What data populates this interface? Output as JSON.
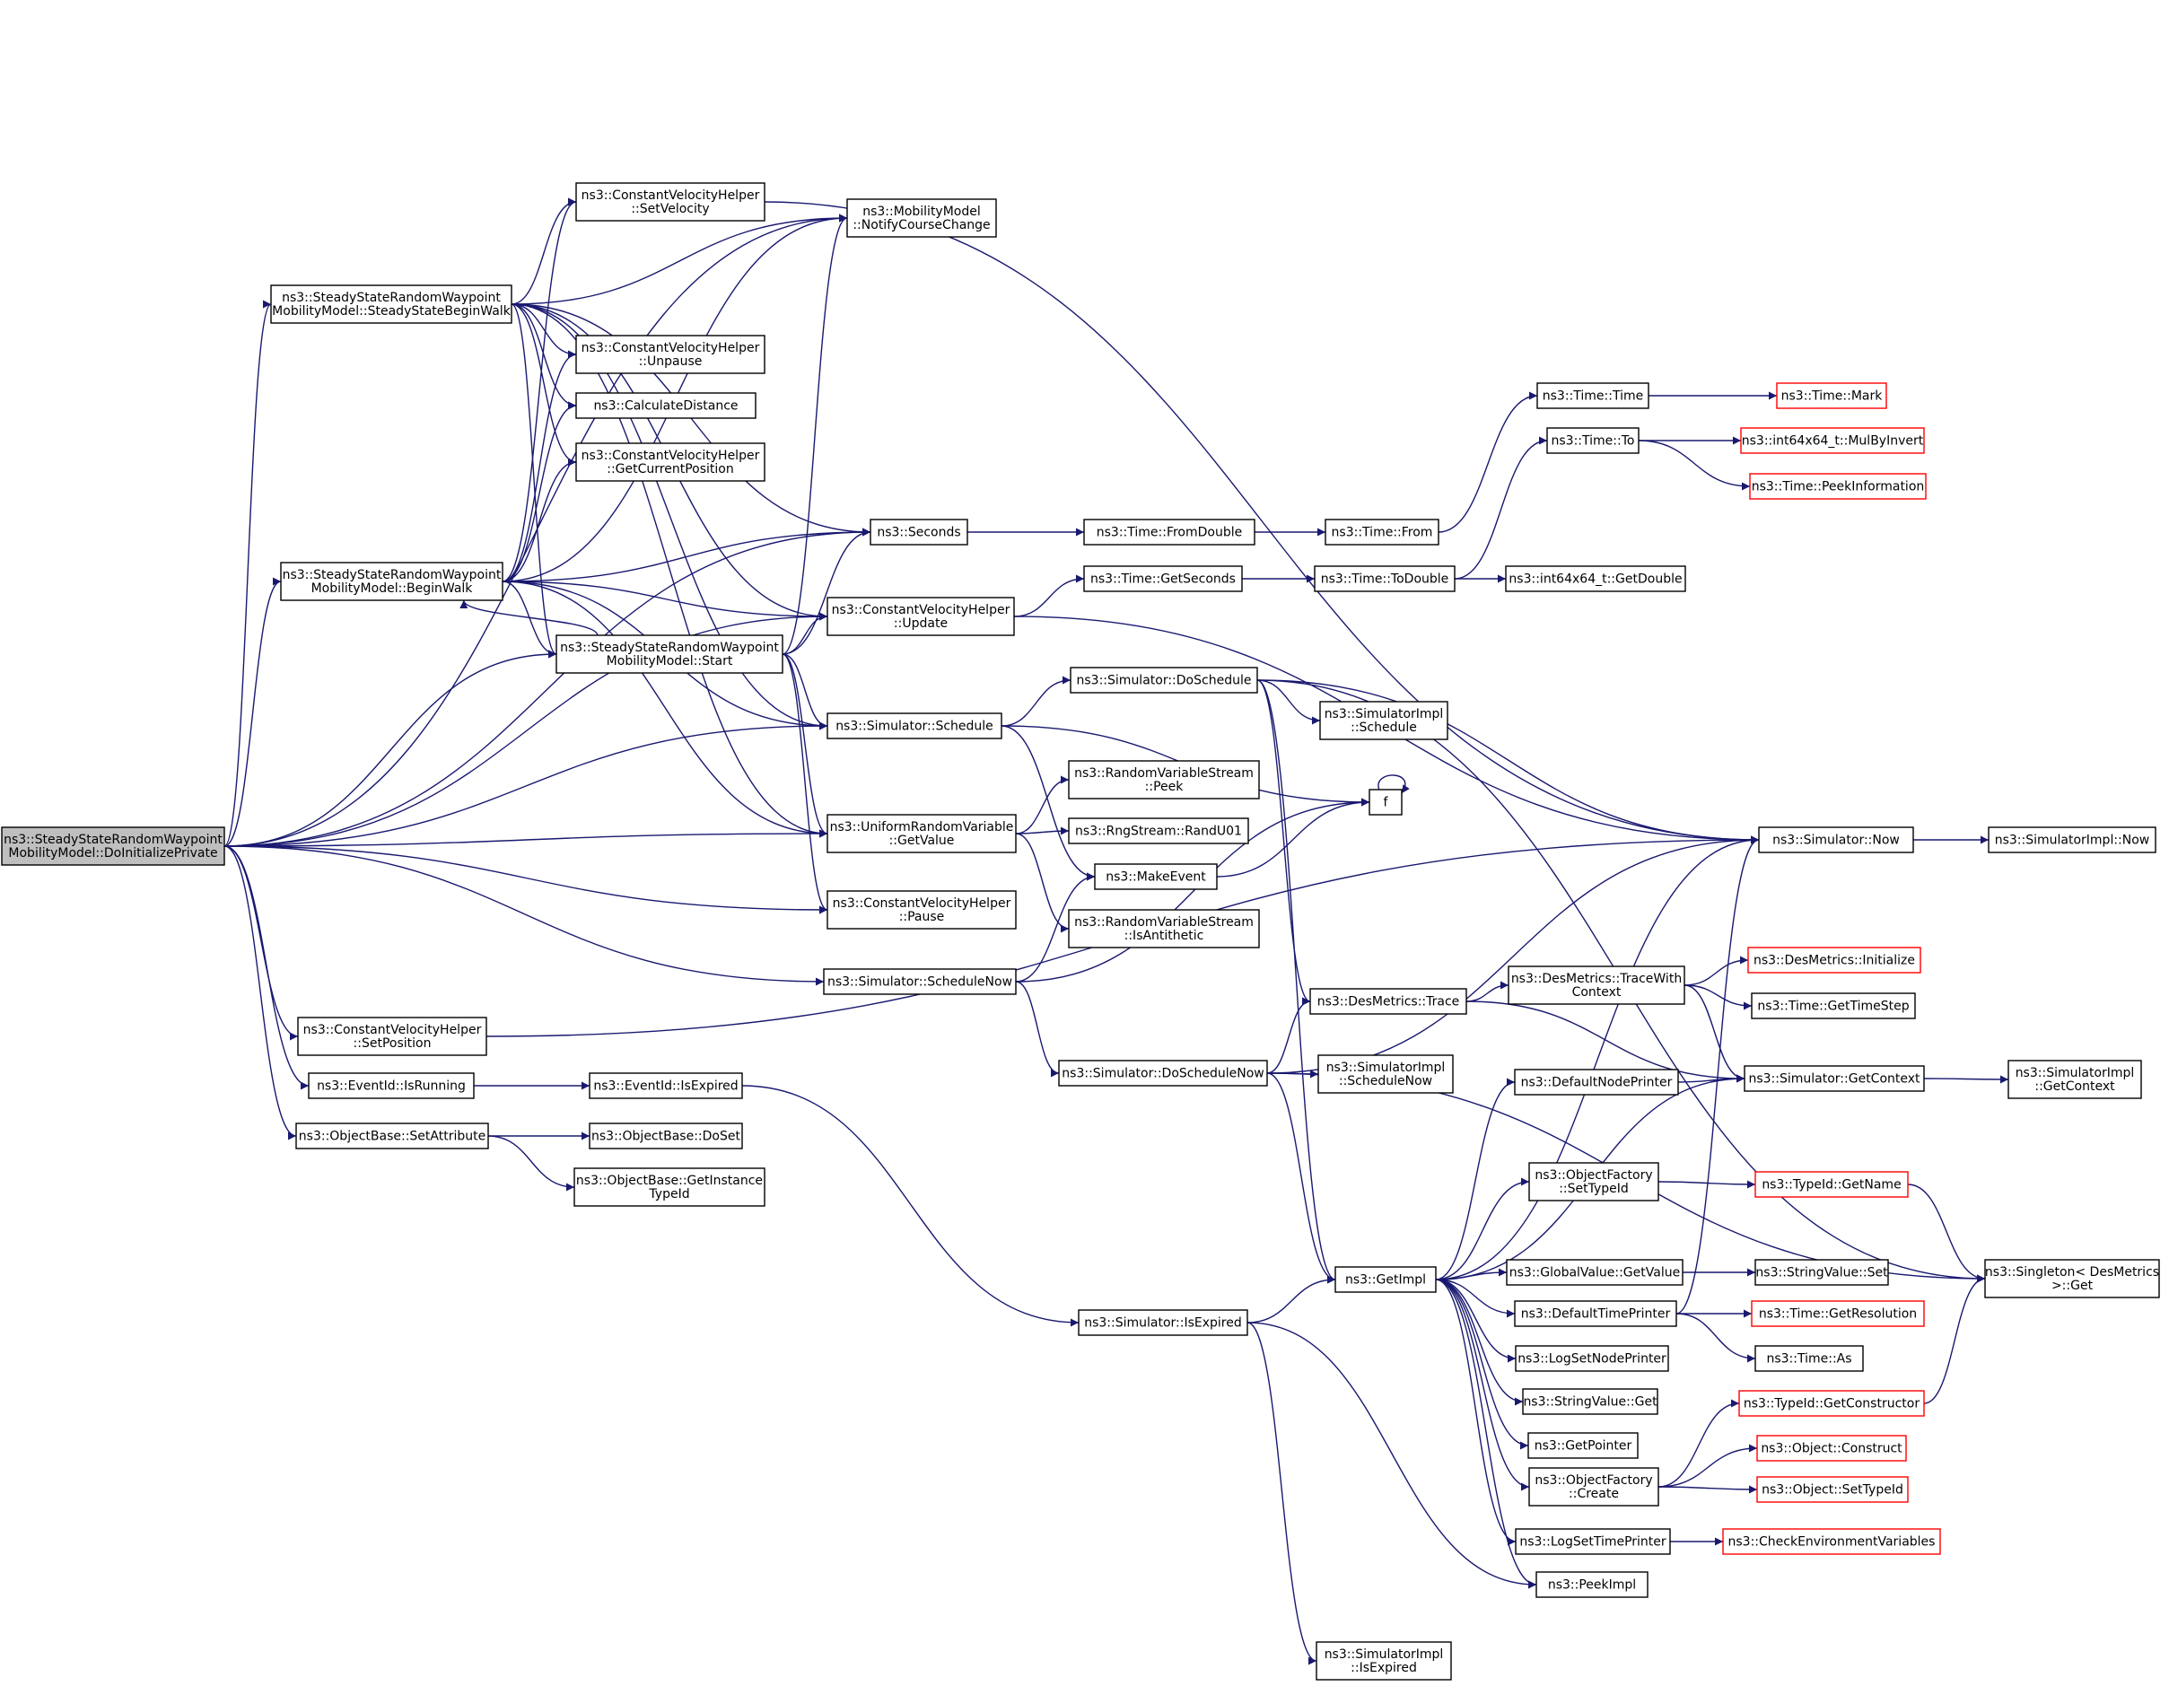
{
  "colors": {
    "edge": "#191970",
    "node_border": "#000000",
    "root_fill": "#bfbfbf",
    "truncated_border": "#ff0000"
  },
  "nodes": [
    {
      "id": "n_root",
      "name": "node-doinitializeprivate",
      "lines": [
        "ns3::SteadyStateRandomWaypoint",
        "MobilityModel::DoInitializePrivate"
      ],
      "root": true
    },
    {
      "id": "n_ssbw",
      "name": "node-steadystatebeginwalk",
      "lines": [
        "ns3::SteadyStateRandomWaypoint",
        "MobilityModel::SteadyStateBeginWalk"
      ]
    },
    {
      "id": "n_bw",
      "name": "node-beginwalk",
      "lines": [
        "ns3::SteadyStateRandomWaypoint",
        "MobilityModel::BeginWalk"
      ]
    },
    {
      "id": "n_start",
      "name": "node-start",
      "lines": [
        "ns3::SteadyStateRandomWaypoint",
        "MobilityModel::Start"
      ]
    },
    {
      "id": "n_setvel",
      "name": "node-setvelocity",
      "lines": [
        "ns3::ConstantVelocityHelper",
        "::SetVelocity"
      ]
    },
    {
      "id": "n_unpause",
      "name": "node-unpause",
      "lines": [
        "ns3::ConstantVelocityHelper",
        "::Unpause"
      ]
    },
    {
      "id": "n_calcdist",
      "name": "node-calculatedistance",
      "lines": [
        "ns3::CalculateDistance"
      ]
    },
    {
      "id": "n_getcurpos",
      "name": "node-getcurrentposition",
      "lines": [
        "ns3::ConstantVelocityHelper",
        "::GetCurrentPosition"
      ]
    },
    {
      "id": "n_notify",
      "name": "node-notifycoursechange",
      "lines": [
        "ns3::MobilityModel",
        "::NotifyCourseChange"
      ]
    },
    {
      "id": "n_seconds",
      "name": "node-seconds",
      "lines": [
        "ns3::Seconds"
      ]
    },
    {
      "id": "n_update",
      "name": "node-update",
      "lines": [
        "ns3::ConstantVelocityHelper",
        "::Update"
      ]
    },
    {
      "id": "n_schedule",
      "name": "node-simulator-schedule",
      "lines": [
        "ns3::Simulator::Schedule"
      ]
    },
    {
      "id": "n_getvalue",
      "name": "node-uniform-getvalue",
      "lines": [
        "ns3::UniformRandomVariable",
        "::GetValue"
      ]
    },
    {
      "id": "n_pause",
      "name": "node-pause",
      "lines": [
        "ns3::ConstantVelocityHelper",
        "::Pause"
      ]
    },
    {
      "id": "n_schednow",
      "name": "node-schedulenow",
      "lines": [
        "ns3::Simulator::ScheduleNow"
      ]
    },
    {
      "id": "n_setpos",
      "name": "node-setposition",
      "lines": [
        "ns3::ConstantVelocityHelper",
        "::SetPosition"
      ]
    },
    {
      "id": "n_isrunning",
      "name": "node-isrunning",
      "lines": [
        "ns3::EventId::IsRunning"
      ]
    },
    {
      "id": "n_setattr",
      "name": "node-setattribute",
      "lines": [
        "ns3::ObjectBase::SetAttribute"
      ]
    },
    {
      "id": "n_isexpired_ev",
      "name": "node-eventid-isexpired",
      "lines": [
        "ns3::EventId::IsExpired"
      ]
    },
    {
      "id": "n_doset",
      "name": "node-doset",
      "lines": [
        "ns3::ObjectBase::DoSet"
      ]
    },
    {
      "id": "n_getinsttid",
      "name": "node-getinstancetypeid",
      "lines": [
        "ns3::ObjectBase::GetInstance",
        "TypeId"
      ]
    },
    {
      "id": "n_fromdouble",
      "name": "node-time-fromdouble",
      "lines": [
        "ns3::Time::FromDouble"
      ]
    },
    {
      "id": "n_getseconds",
      "name": "node-time-getseconds",
      "lines": [
        "ns3::Time::GetSeconds"
      ]
    },
    {
      "id": "n_doschedule",
      "name": "node-doschedule",
      "lines": [
        "ns3::Simulator::DoSchedule"
      ]
    },
    {
      "id": "n_peek",
      "name": "node-peek",
      "lines": [
        "ns3::RandomVariableStream",
        "::Peek"
      ]
    },
    {
      "id": "n_randu01",
      "name": "node-randu01",
      "lines": [
        "ns3::RngStream::RandU01"
      ]
    },
    {
      "id": "n_makeevent",
      "name": "node-makeevent",
      "lines": [
        "ns3::MakeEvent"
      ]
    },
    {
      "id": "n_isanti",
      "name": "node-isantithetic",
      "lines": [
        "ns3::RandomVariableStream",
        "::IsAntithetic"
      ]
    },
    {
      "id": "n_doschednow",
      "name": "node-doschedulenow",
      "lines": [
        "ns3::Simulator::DoScheduleNow"
      ]
    },
    {
      "id": "n_simisexpired",
      "name": "node-simulator-isexpired",
      "lines": [
        "ns3::Simulator::IsExpired"
      ]
    },
    {
      "id": "n_timetime",
      "name": "node-time-time",
      "lines": [
        "ns3::Time::Time"
      ]
    },
    {
      "id": "n_timeto",
      "name": "node-time-to",
      "lines": [
        "ns3::Time::To"
      ]
    },
    {
      "id": "n_timefrom",
      "name": "node-time-from",
      "lines": [
        "ns3::Time::From"
      ]
    },
    {
      "id": "n_todouble",
      "name": "node-time-todouble",
      "lines": [
        "ns3::Time::ToDouble"
      ]
    },
    {
      "id": "n_implsched",
      "name": "node-simulatorimpl-schedule",
      "lines": [
        "ns3::SimulatorImpl",
        "::Schedule"
      ]
    },
    {
      "id": "n_f",
      "name": "node-f",
      "lines": [
        "f"
      ]
    },
    {
      "id": "n_trace",
      "name": "node-desmetrics-trace",
      "lines": [
        "ns3::DesMetrics::Trace"
      ]
    },
    {
      "id": "n_implschednow",
      "name": "node-simulatorimpl-schedulenow",
      "lines": [
        "ns3::SimulatorImpl",
        "::ScheduleNow"
      ]
    },
    {
      "id": "n_getimpl",
      "name": "node-getimpl",
      "lines": [
        "ns3::GetImpl"
      ]
    },
    {
      "id": "n_implisexp",
      "name": "node-simulatorimpl-isexpired",
      "lines": [
        "ns3::SimulatorImpl",
        "::IsExpired"
      ]
    },
    {
      "id": "n_mark",
      "name": "node-time-mark",
      "lines": [
        "ns3::Time::Mark"
      ],
      "red": true
    },
    {
      "id": "n_mulbyinv",
      "name": "node-mulbyinvert",
      "lines": [
        "ns3::int64x64_t::MulByInvert"
      ],
      "red": true
    },
    {
      "id": "n_peekinfo",
      "name": "node-peekinformation",
      "lines": [
        "ns3::Time::PeekInformation"
      ],
      "red": true
    },
    {
      "id": "n_getdouble",
      "name": "node-int64x64-getdouble",
      "lines": [
        "ns3::int64x64_t::GetDouble"
      ]
    },
    {
      "id": "n_now",
      "name": "node-simulator-now",
      "lines": [
        "ns3::Simulator::Now"
      ]
    },
    {
      "id": "n_tracewith",
      "name": "node-tracewithcontext",
      "lines": [
        "ns3::DesMetrics::TraceWith",
        "Context"
      ]
    },
    {
      "id": "n_defnodeprinter",
      "name": "node-defaultnodeprinter",
      "lines": [
        "ns3::DefaultNodePrinter"
      ]
    },
    {
      "id": "n_ofsettid",
      "name": "node-objectfactory-settypeid",
      "lines": [
        "ns3::ObjectFactory",
        "::SetTypeId"
      ]
    },
    {
      "id": "n_gvgetvalue",
      "name": "node-globalvalue-getvalue",
      "lines": [
        "ns3::GlobalValue::GetValue"
      ]
    },
    {
      "id": "n_deftimeprinter",
      "name": "node-defaulttimeprinter",
      "lines": [
        "ns3::DefaultTimePrinter"
      ]
    },
    {
      "id": "n_logsetnode",
      "name": "node-logsetnodeprinter",
      "lines": [
        "ns3::LogSetNodePrinter"
      ]
    },
    {
      "id": "n_svget",
      "name": "node-stringvalue-get",
      "lines": [
        "ns3::StringValue::Get"
      ]
    },
    {
      "id": "n_getpointer",
      "name": "node-getpointer",
      "lines": [
        "ns3::GetPointer"
      ]
    },
    {
      "id": "n_ofcreate",
      "name": "node-objectfactory-create",
      "lines": [
        "ns3::ObjectFactory",
        "::Create"
      ]
    },
    {
      "id": "n_logsettime",
      "name": "node-logsettimeprinter",
      "lines": [
        "ns3::LogSetTimePrinter"
      ]
    },
    {
      "id": "n_peekimpl",
      "name": "node-peekimpl",
      "lines": [
        "ns3::PeekImpl"
      ]
    },
    {
      "id": "n_desinit",
      "name": "node-desmetrics-initialize",
      "lines": [
        "ns3::DesMetrics::Initialize"
      ],
      "red": true
    },
    {
      "id": "n_gettimestep",
      "name": "node-time-gettimestep",
      "lines": [
        "ns3::Time::GetTimeStep"
      ]
    },
    {
      "id": "n_getcontext",
      "name": "node-simulator-getcontext",
      "lines": [
        "ns3::Simulator::GetContext"
      ]
    },
    {
      "id": "n_tidgetname",
      "name": "node-typeid-getname",
      "lines": [
        "ns3::TypeId::GetName"
      ],
      "red": true
    },
    {
      "id": "n_svset",
      "name": "node-stringvalue-set",
      "lines": [
        "ns3::StringValue::Set"
      ]
    },
    {
      "id": "n_getres",
      "name": "node-time-getresolution",
      "lines": [
        "ns3::Time::GetResolution"
      ],
      "red": true
    },
    {
      "id": "n_timeas",
      "name": "node-time-as",
      "lines": [
        "ns3::Time::As"
      ]
    },
    {
      "id": "n_getctor",
      "name": "node-typeid-getconstructor",
      "lines": [
        "ns3::TypeId::GetConstructor"
      ],
      "red": true
    },
    {
      "id": "n_objconstruct",
      "name": "node-object-construct",
      "lines": [
        "ns3::Object::Construct"
      ],
      "red": true
    },
    {
      "id": "n_objsettid",
      "name": "node-object-settypeid",
      "lines": [
        "ns3::Object::SetTypeId"
      ],
      "red": true
    },
    {
      "id": "n_checkenv",
      "name": "node-checkenvironmentvariables",
      "lines": [
        "ns3::CheckEnvironmentVariables"
      ],
      "red": true
    },
    {
      "id": "n_implnow",
      "name": "node-simulatorimpl-now",
      "lines": [
        "ns3::SimulatorImpl::Now"
      ]
    },
    {
      "id": "n_implgetctx",
      "name": "node-simulatorimpl-getcontext",
      "lines": [
        "ns3::SimulatorImpl",
        "::GetContext"
      ]
    },
    {
      "id": "n_singleton",
      "name": "node-singleton-get",
      "lines": [
        "ns3::Singleton< DesMetrics",
        ">::Get"
      ]
    }
  ]
}
